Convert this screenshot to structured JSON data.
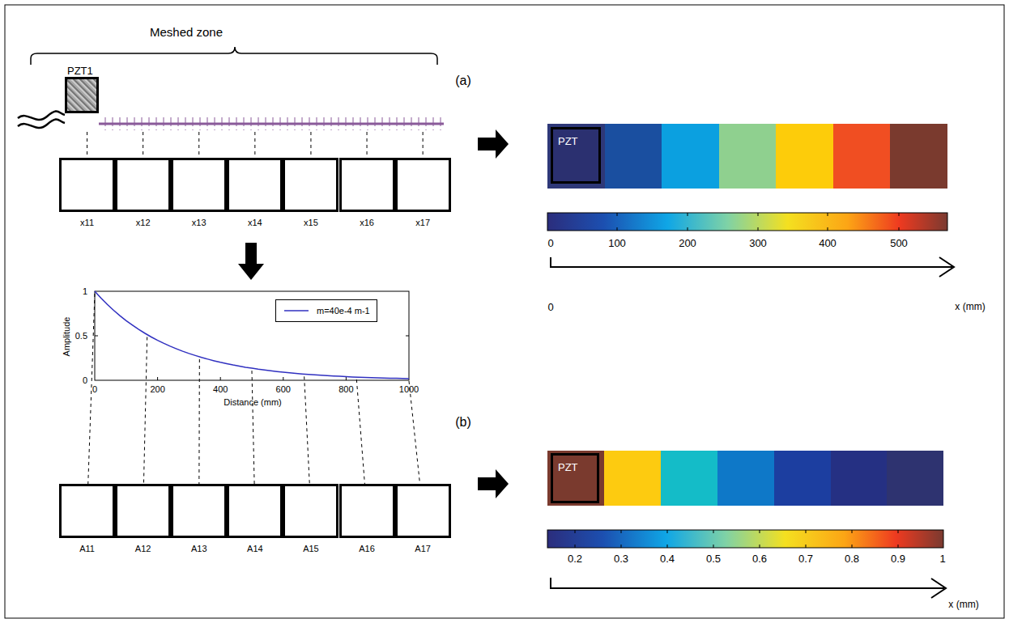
{
  "diagram": {
    "nodes": [
      {
        "text": [
          "PZT1"
        ]
      },
      {
        "text": [
          "x11"
        ]
      },
      {
        "text": [
          "x12"
        ]
      },
      {
        "text": [
          "x13"
        ]
      },
      {
        "text": [
          "x14"
        ]
      },
      {
        "text": [
          "x15"
        ]
      },
      {
        "text": [
          "x16"
        ]
      },
      {
        "text": [
          "x17"
        ]
      },
      {
        "text": [
          "PZT"
        ]
      },
      {
        "text": [
          "A11"
        ]
      },
      {
        "text": [
          "A12"
        ]
      },
      {
        "text": [
          "A13"
        ]
      },
      {
        "text": [
          "A14"
        ]
      },
      {
        "text": [
          "A15"
        ]
      },
      {
        "text": [
          "A16"
        ]
      },
      {
        "text": [
          "A17"
        ]
      },
      {
        "text": [
          "PZT"
        ]
      }
    ],
    "labels": [
      "Meshed zone",
      "(a)",
      "0",
      "100",
      "200",
      "300",
      "400",
      "500",
      "0",
      "x (mm)",
      "Amplitude",
      "1",
      "0.5",
      "0",
      "0",
      "200",
      "400",
      "600",
      "800",
      "1000",
      "Distance (mm)",
      "(b)",
      "0.2",
      "0.3",
      "0.4",
      "0.5",
      "0.6",
      "0.7",
      "0.8",
      "0.9",
      "1",
      "x (mm)"
    ],
    "legend": [
      {
        "text": "m=40e-4 m-1"
      }
    ]
  }
}
